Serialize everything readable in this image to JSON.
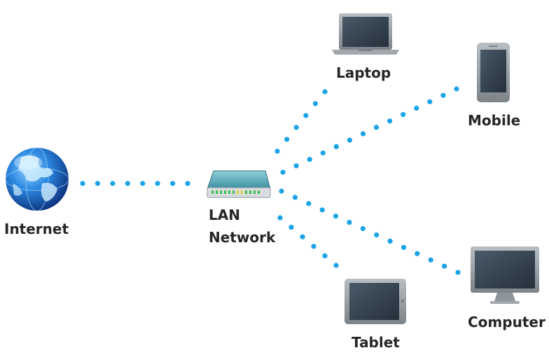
{
  "nodes": {
    "internet": {
      "label": "Internet",
      "icon": "globe-icon"
    },
    "lan": {
      "label_line1": "LAN",
      "label_line2": "Network",
      "icon": "router-icon"
    },
    "laptop": {
      "label": "Laptop",
      "icon": "laptop-icon"
    },
    "mobile": {
      "label": "Mobile",
      "icon": "mobile-phone-icon"
    },
    "computer": {
      "label": "Computer",
      "icon": "desktop-monitor-icon"
    },
    "tablet": {
      "label": "Tablet",
      "icon": "tablet-icon"
    }
  },
  "connections": [
    {
      "from": "internet",
      "to": "lan",
      "style": "dotted"
    },
    {
      "from": "lan",
      "to": "laptop",
      "style": "dotted"
    },
    {
      "from": "lan",
      "to": "mobile",
      "style": "dotted"
    },
    {
      "from": "lan",
      "to": "computer",
      "style": "dotted"
    },
    {
      "from": "lan",
      "to": "tablet",
      "style": "dotted"
    }
  ],
  "colors": {
    "connector_dot": "#1aa3e8",
    "device_frame": "#8f969b",
    "screen": "#3b4a58",
    "globe": "#1e6fc8",
    "label_text": "#262626"
  }
}
